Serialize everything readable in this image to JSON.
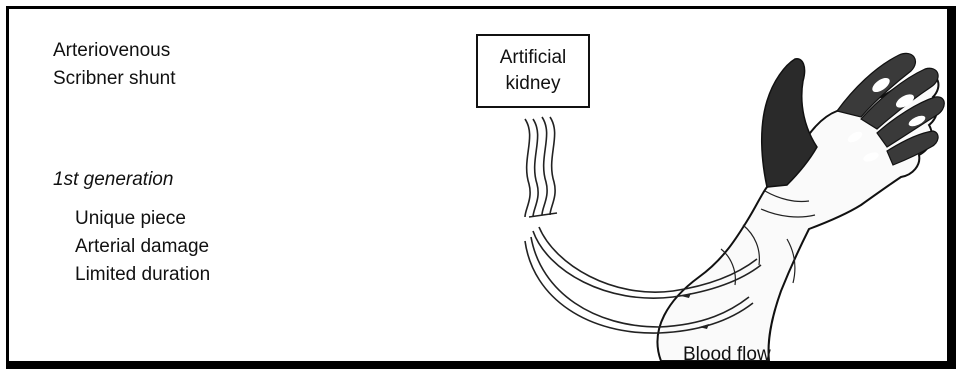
{
  "diagram": {
    "title_line1": "Arteriovenous",
    "title_line2": "Scribner shunt",
    "generation": "1st generation",
    "attributes": [
      "Unique piece",
      "Arterial damage",
      "Limited duration"
    ],
    "box_line1": "Artificial",
    "box_line2": "kidney",
    "flow_label": "Blood flow"
  }
}
